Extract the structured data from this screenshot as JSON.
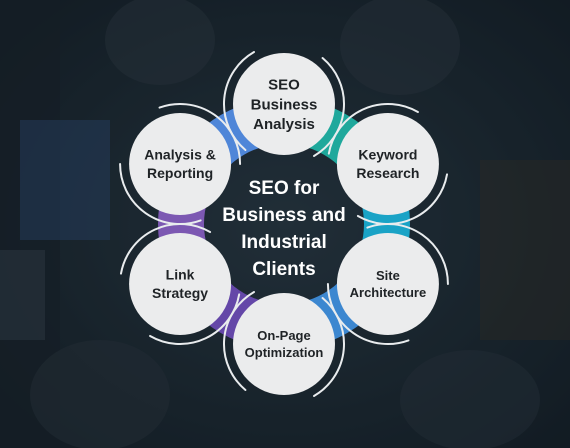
{
  "center": {
    "line1": "SEO for",
    "line2": "Business and",
    "line3": "Industrial",
    "line4": "Clients"
  },
  "nodes": [
    {
      "lines": [
        "SEO",
        "Business",
        "Analysis"
      ],
      "segment_color": "#1fa89c"
    },
    {
      "lines": [
        "Keyword",
        "Research"
      ],
      "segment_color": "#1aa3c6"
    },
    {
      "lines": [
        "Site",
        "Architecture"
      ],
      "segment_color": "#3c87d0"
    },
    {
      "lines": [
        "On-Page",
        "Optimization"
      ],
      "segment_color": "#6447a8"
    },
    {
      "lines": [
        "Link",
        "Strategy"
      ],
      "segment_color": "#7c58b2"
    },
    {
      "lines": [
        "Analysis &",
        "Reporting"
      ],
      "segment_color": "#4f86d8"
    }
  ],
  "colors": {
    "background": "#1c2a34",
    "node_fill": "#ebeced",
    "node_text": "#1f2326",
    "ring_line": "#e9ecee",
    "center_text": "#ffffff"
  }
}
